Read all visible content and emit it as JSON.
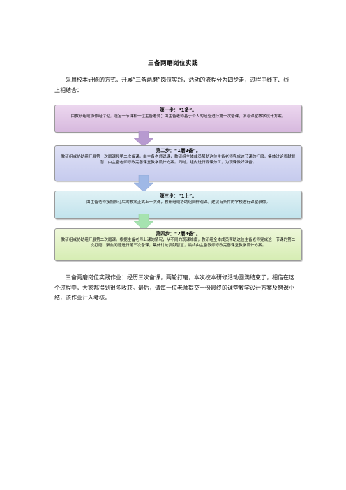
{
  "document": {
    "title": "三备两磨岗位实践",
    "intro": "采用校本研修的方式，开展“三备两磨”岗位实践，活动的流程分为四步走，过程中线下、线上相结合：",
    "steps": [
      {
        "heading": "第一步：“1备”。",
        "body": "由教研组或协作组讨论，选定一节课和一位主备老师；由主备老师基于个人的经验进行第一次备课，填写课堂教学设计方案。"
      },
      {
        "heading": "第二步：“1磨2备”。",
        "body": "教研组或协助组开展第一次磨课和第二次备课。由主备老师说课，教研组全体成员帮助这位主备老师完成这节课的打磨，集体讨论贡献智慧，由主备老师修改完善课堂教学设计方案。同时，组内进行观课分工，为观课做好准备。"
      },
      {
        "heading": "第三步：“1上”。",
        "body": "由主备老师按照修订后的教案正式上一次课，教研组或协助组同伴观课。建议有条件的学校进行课堂录像。"
      },
      {
        "heading": "第四步：“2磨3备”。",
        "body": "教研组或协助组开展第二次磨课。根据主备老师上课的情况，从不同的观课维度，教研组全体成员帮助这位主备老师完成这一节课的第二次打磨，聚焦问题进行第三次备课，集体讨论贡献智慧，最终由主备教师修改完善课堂教学设计方案。"
      }
    ],
    "summary": "三备两磨岗位实践作业：经历三次备课，两轮打磨，本次校本研修活动圆满结束了，相信在这个过程中，大家都得到很多收获。最后，请每一位老师提交一份最终的课堂教学设计方案及磨课小结，该作业计入考核。"
  },
  "colors": {
    "step1": "#e3c9e8",
    "step2": "#d2d6f1",
    "step3": "#cfeaf0",
    "step4": "#e2f2c6",
    "arrow1": "#b79ad0",
    "arrow2": "#9fb8e6",
    "arrow3": "#a6e3b0"
  }
}
